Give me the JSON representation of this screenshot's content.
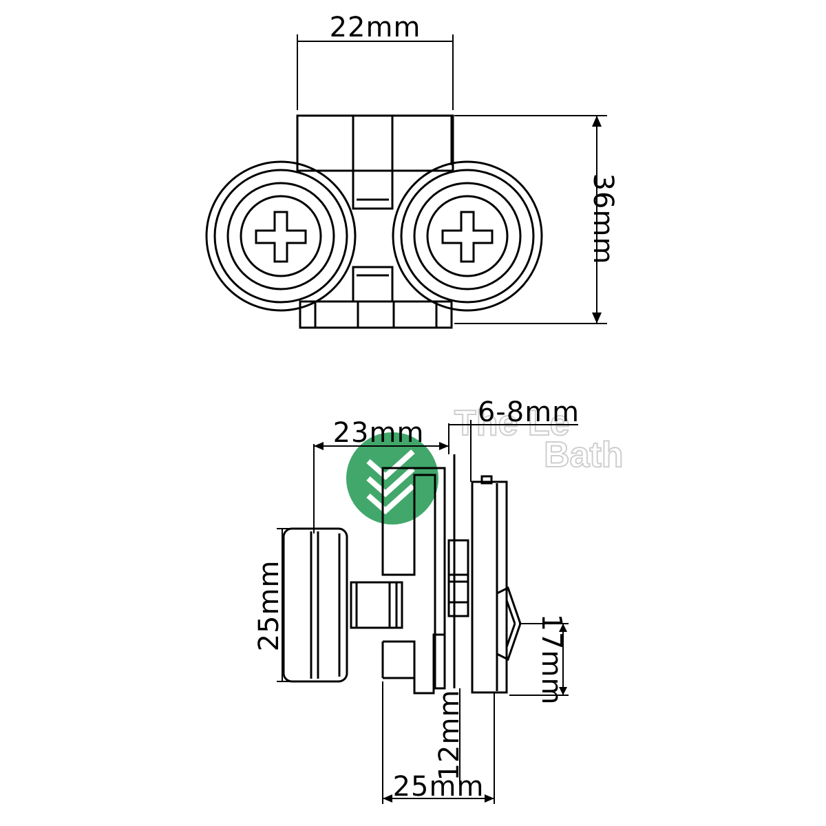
{
  "top_view": {
    "width_label": "22mm",
    "height_label": "36mm"
  },
  "side_view": {
    "depth_label": "23mm",
    "glass_label": "6-8mm",
    "wheel_label": "25mm",
    "offset_label": "12mm",
    "base_label": "25mm",
    "eccentric_label": "17mm"
  },
  "watermark": {
    "line1": "The Le",
    "line2": "Bath",
    "logo_color": "#2e9e5b"
  }
}
